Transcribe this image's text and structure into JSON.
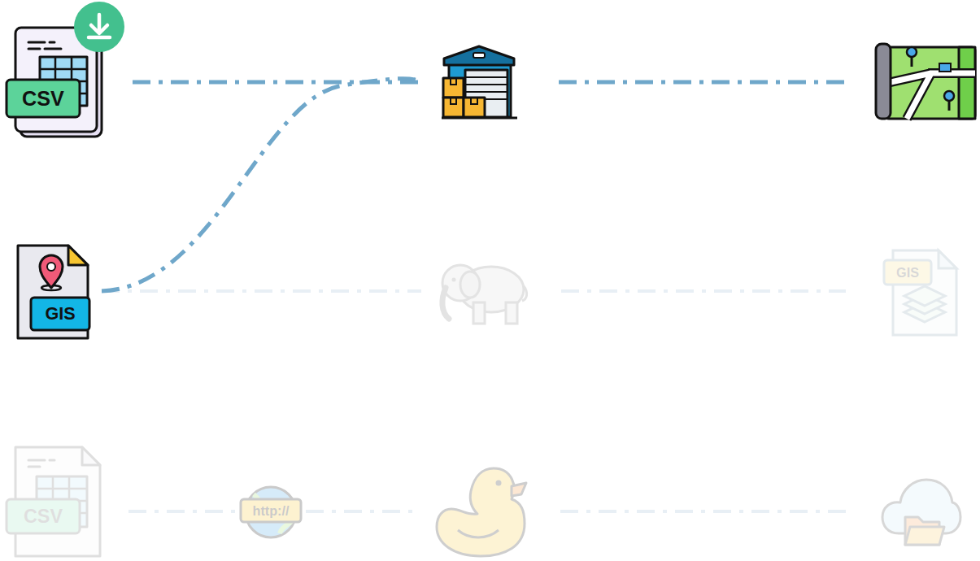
{
  "diagram": {
    "nodes": [
      {
        "text": [
          "CSV"
        ]
      },
      {
        "text": []
      },
      {
        "text": []
      },
      {
        "text": [
          "GIS"
        ]
      },
      {
        "text": []
      },
      {
        "text": [
          "GIS"
        ]
      },
      {
        "text": [
          "CSV"
        ]
      },
      {
        "text": [
          "http://"
        ]
      },
      {
        "text": []
      },
      {
        "text": []
      }
    ],
    "edges": [
      {
        "from": 0,
        "to": 1,
        "arrow": "none"
      },
      {
        "from": 3,
        "to": 1,
        "arrow": "none"
      },
      {
        "from": 1,
        "to": 2,
        "arrow": "none"
      },
      {
        "from": 3,
        "to": 4,
        "arrow": "none"
      },
      {
        "from": 4,
        "to": 5,
        "arrow": "none"
      },
      {
        "from": 6,
        "to": 7,
        "arrow": "none"
      },
      {
        "from": 7,
        "to": 8,
        "arrow": "none"
      },
      {
        "from": 8,
        "to": 9,
        "arrow": "none"
      }
    ]
  }
}
